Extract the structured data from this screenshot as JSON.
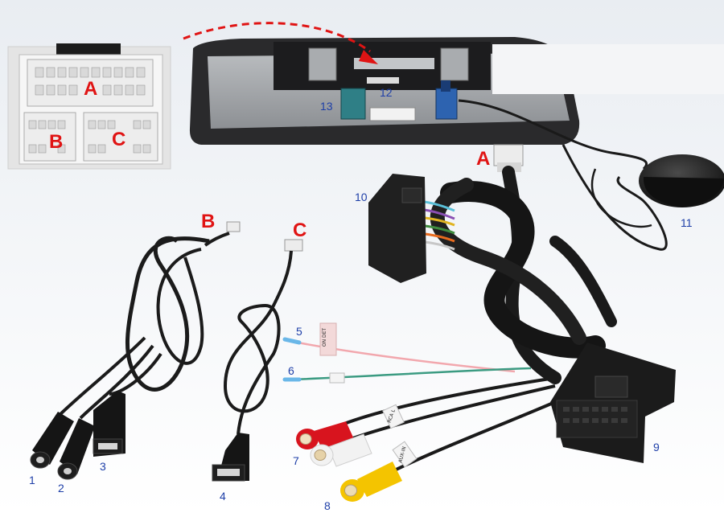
{
  "labels": {
    "connector_a_inset": "A",
    "connector_b_inset": "B",
    "connector_c_inset": "C",
    "plug_a": "A",
    "plug_b": "B",
    "plug_c": "C",
    "n1": "1",
    "n2": "2",
    "n3": "3",
    "n4": "4",
    "n5": "5",
    "n6": "6",
    "n7": "7",
    "n8": "8",
    "n9": "9",
    "n10": "10",
    "n11": "11",
    "n12": "12",
    "n13": "13"
  },
  "wire_tags": {
    "tag5": "ON DET",
    "tag7": "RCA L",
    "tag8": "AUX-IN"
  },
  "colors": {
    "label_number": "#1e3fa8",
    "label_letter": "#e01414",
    "arrow": "#e01414",
    "cable_black": "#1a1a1a",
    "connector_white": "#ececec",
    "rca_red": "#d8141e",
    "rca_white": "#f2f2f2",
    "rca_yellow": "#f4c400",
    "wire_pink": "#f2a7ad",
    "wire_green": "#3b9b82",
    "wire_blue_tip": "#6ab7e8",
    "fakra_teal": "#2f7f86",
    "fakra_blue": "#2d63b0"
  }
}
